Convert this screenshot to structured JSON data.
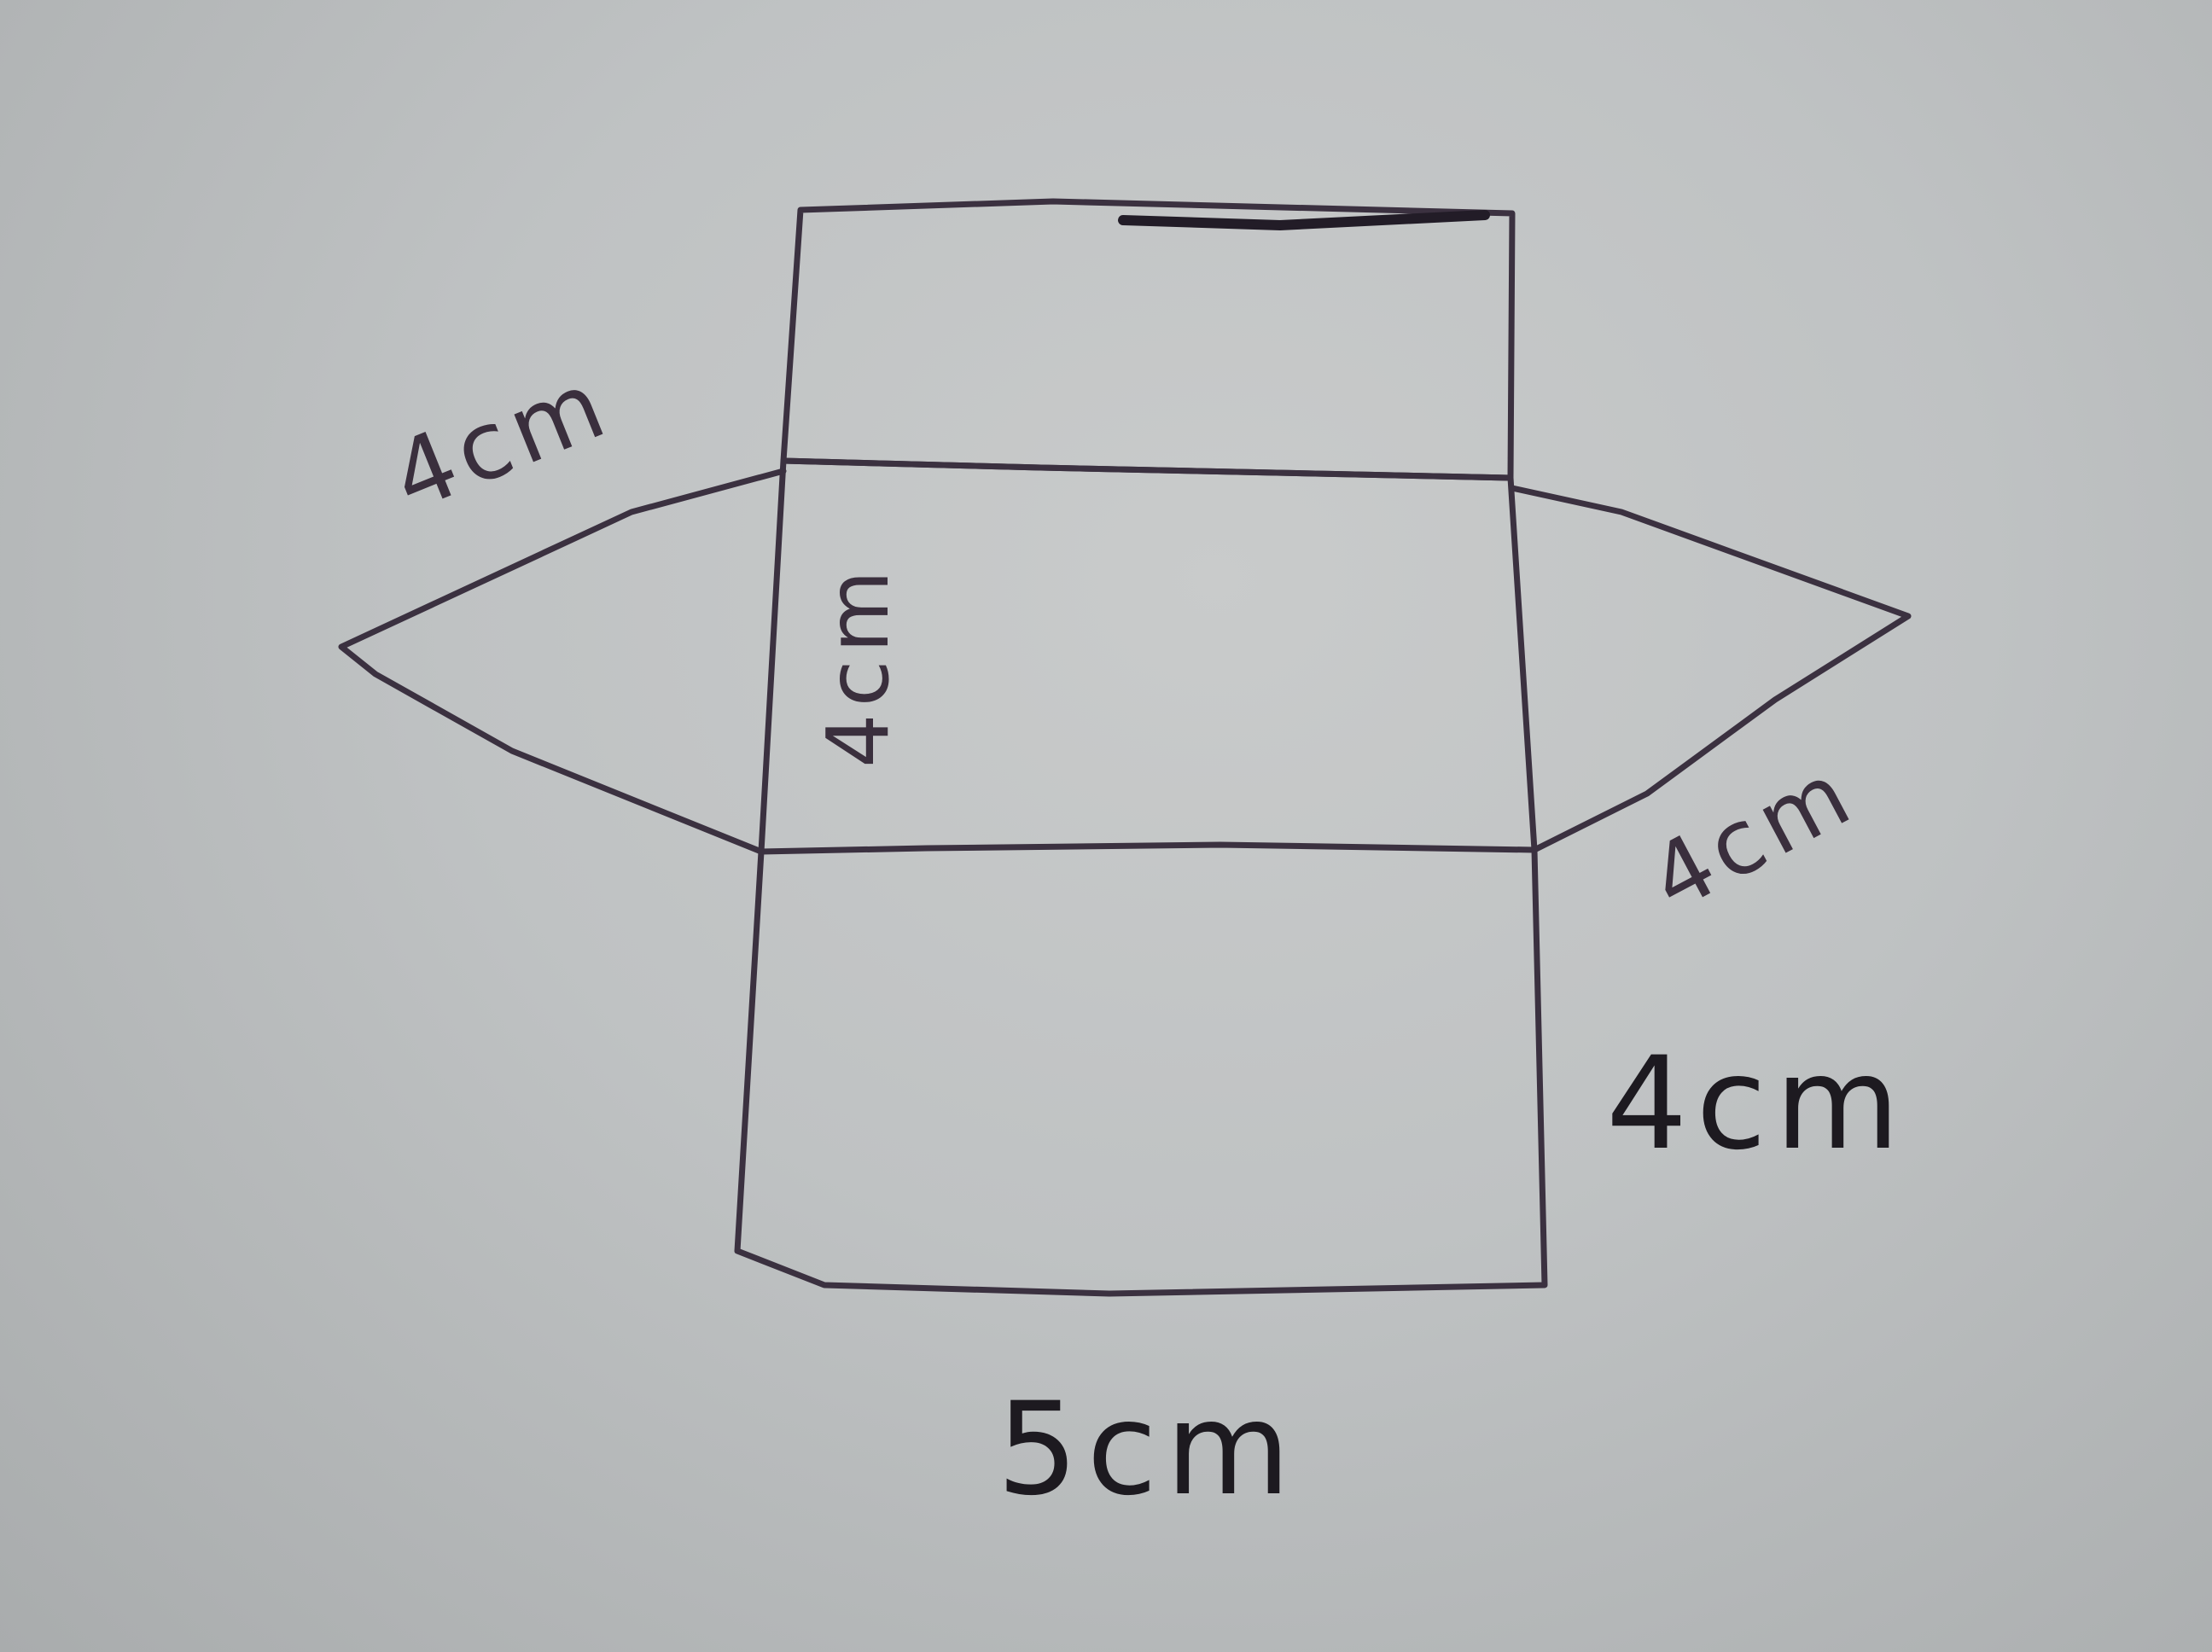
{
  "diagram": {
    "labels": {
      "left_triangle_edge": "4cm",
      "middle_rectangle_height": "4cm",
      "right_triangle_edge": "4cm",
      "bottom_rectangle_height": "4cm",
      "base_width": "5cm"
    },
    "ink_color": "#3b3140",
    "paper_color": "#c2c4c5"
  }
}
